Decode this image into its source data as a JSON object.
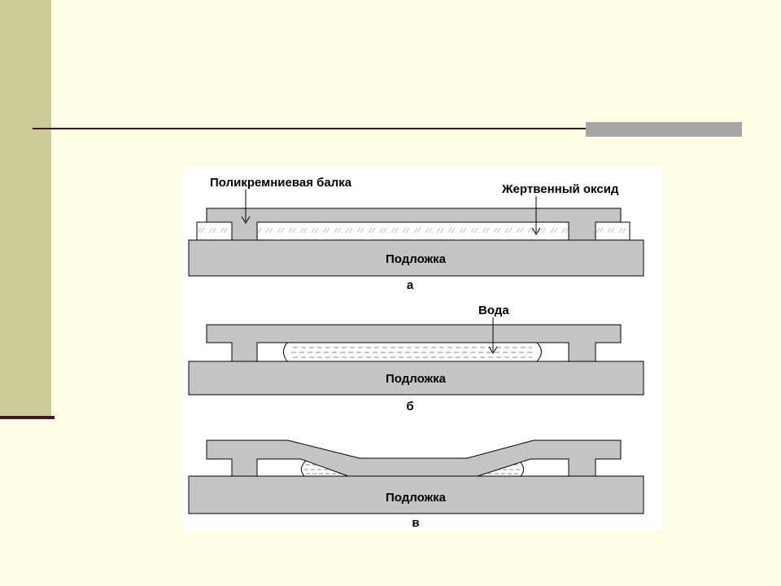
{
  "diagram": {
    "labels": {
      "poly_beam": "Поликремниевая балка",
      "sacrificial_oxide": "Жертвенный оксид",
      "water": "Вода"
    },
    "substrate_label": "Подложка",
    "stages": [
      {
        "letter": "а"
      },
      {
        "letter": "б"
      },
      {
        "letter": "в"
      }
    ]
  },
  "colors": {
    "background": "#FEFEE6",
    "sidebar": "#CBCB95",
    "accent_line": "#4D0F2E",
    "accent_bar": "#A6A6A6",
    "material": "#C4C4C4"
  }
}
